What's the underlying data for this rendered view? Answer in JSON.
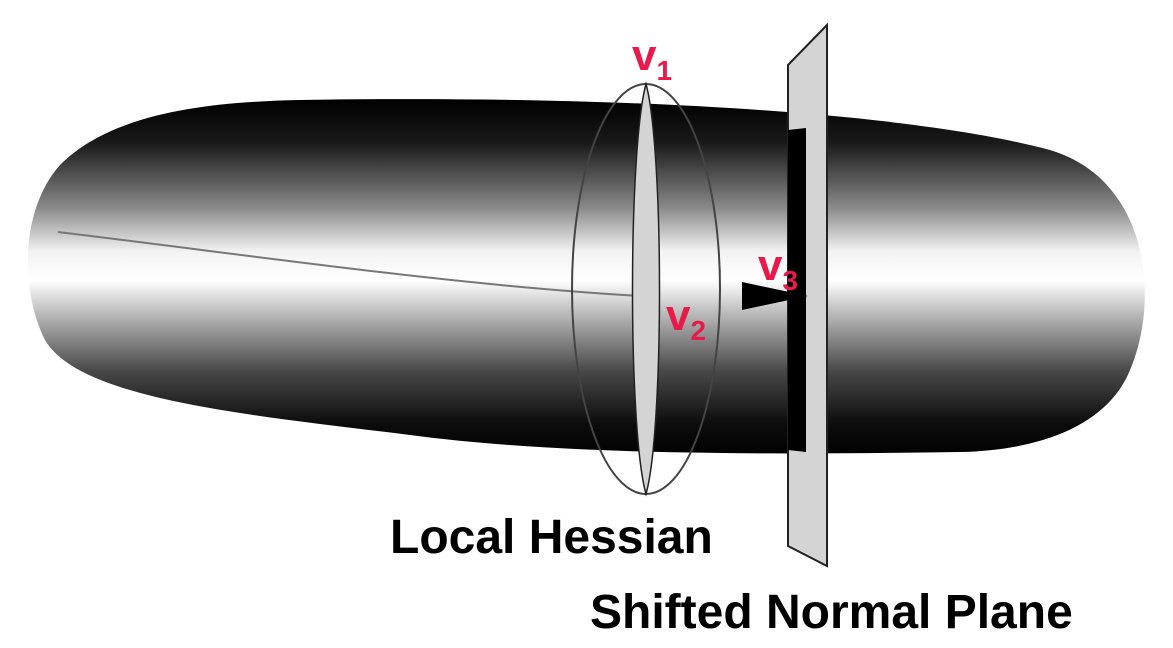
{
  "labels": {
    "v1": {
      "main": "v",
      "sub": "1"
    },
    "v2": {
      "main": "v",
      "sub": "2"
    },
    "v3": {
      "main": "v",
      "sub": "3"
    }
  },
  "captions": {
    "local_hessian": "Local Hessian",
    "shifted_normal_plane": "Shifted Normal Plane"
  },
  "colors": {
    "label_color": "#e8194b",
    "plane_fill": "#d4d4d4",
    "tube_dark": "#000000",
    "tube_light": "#ffffff"
  }
}
